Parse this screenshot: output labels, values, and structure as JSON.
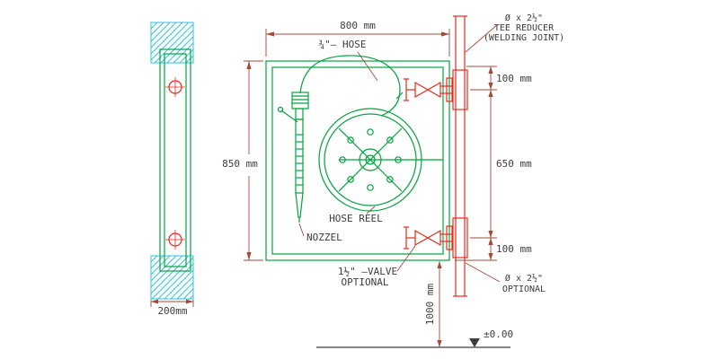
{
  "colors": {
    "green": "#00a33c",
    "red": "#e8281e",
    "cyan": "#2fc4d6",
    "dim": "#a04a38",
    "text": "#3d3d3d"
  },
  "labels": {
    "dim_width": "800 mm",
    "dim_height": "850 mm",
    "dim_depth": "200mm",
    "dim_offset_top": "100 mm",
    "dim_span": "650 mm",
    "dim_offset_bottom": "100 mm",
    "dim_floor": "1000 mm",
    "hose": "¾\"– HOSE",
    "hose_reel": "HOSE REEL",
    "nozzle": "NOZZEL",
    "valve_line1": "1½\" –VALVE",
    "valve_line2": "OPTIONAL",
    "tee_line1": "Ø x 2½\"",
    "tee_line2": "TEE REDUCER",
    "tee_line3": "(WELDING JOINT)",
    "reducer_line1": "Ø x 2½\"",
    "reducer_line2": "OPTIONAL",
    "level": "±0.00"
  }
}
